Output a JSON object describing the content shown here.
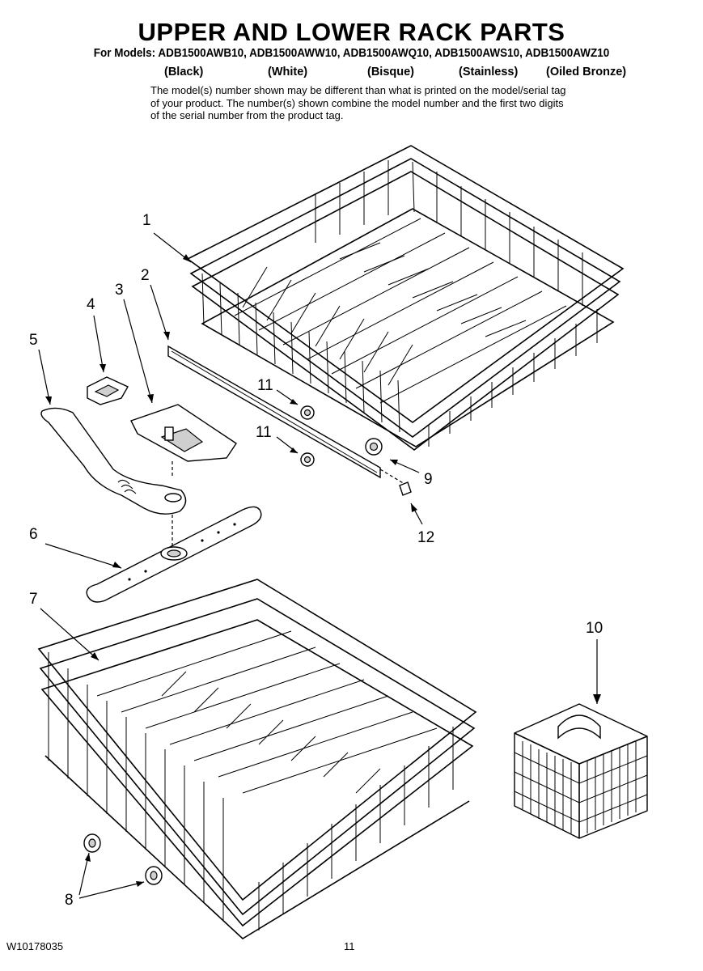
{
  "header": {
    "title": "UPPER AND LOWER RACK PARTS",
    "models_line": "For Models: ADB1500AWB10, ADB1500AWW10, ADB1500AWQ10, ADB1500AWS10, ADB1500AWZ10",
    "colors": [
      "(Black)",
      "(White)",
      "(Bisque)",
      "(Stainless)",
      "(Oiled Bronze)"
    ],
    "note": "The model(s) number shown may be different than what is printed on the model/serial tag of your product. The number(s) shown combine the model number and the first two digits of the serial number from the product tag."
  },
  "callouts": [
    "1",
    "2",
    "3",
    "4",
    "5",
    "6",
    "7",
    "8",
    "9",
    "10",
    "11",
    "11",
    "12"
  ],
  "footer": {
    "doc_number": "W10178035",
    "page_number": "11"
  }
}
